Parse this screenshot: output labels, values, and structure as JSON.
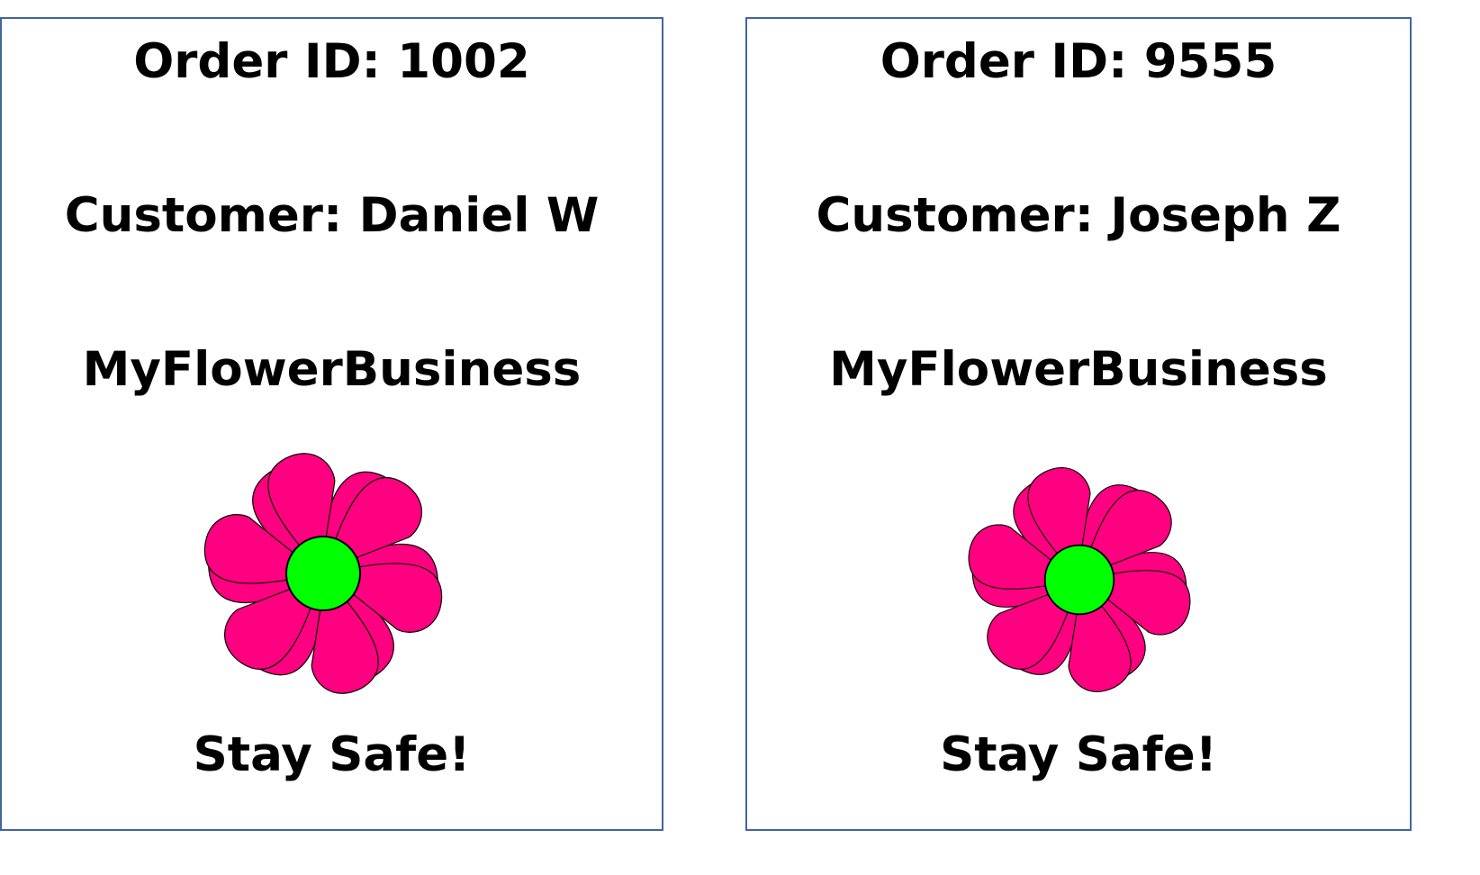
{
  "cards": [
    {
      "order_id": "Order ID: 1002",
      "customer": "Customer: Daniel W",
      "brand": "MyFlowerBusiness",
      "closing": "Stay Safe!"
    },
    {
      "order_id": "Order ID: 9555",
      "customer": "Customer: Joseph Z",
      "brand": "MyFlowerBusiness",
      "closing": "Stay Safe!"
    }
  ],
  "colors": {
    "border": "#41669e",
    "petal": "#ff0080",
    "center": "#00ff00",
    "text": "#000000"
  },
  "icons": {
    "flower": "flower-icon"
  }
}
